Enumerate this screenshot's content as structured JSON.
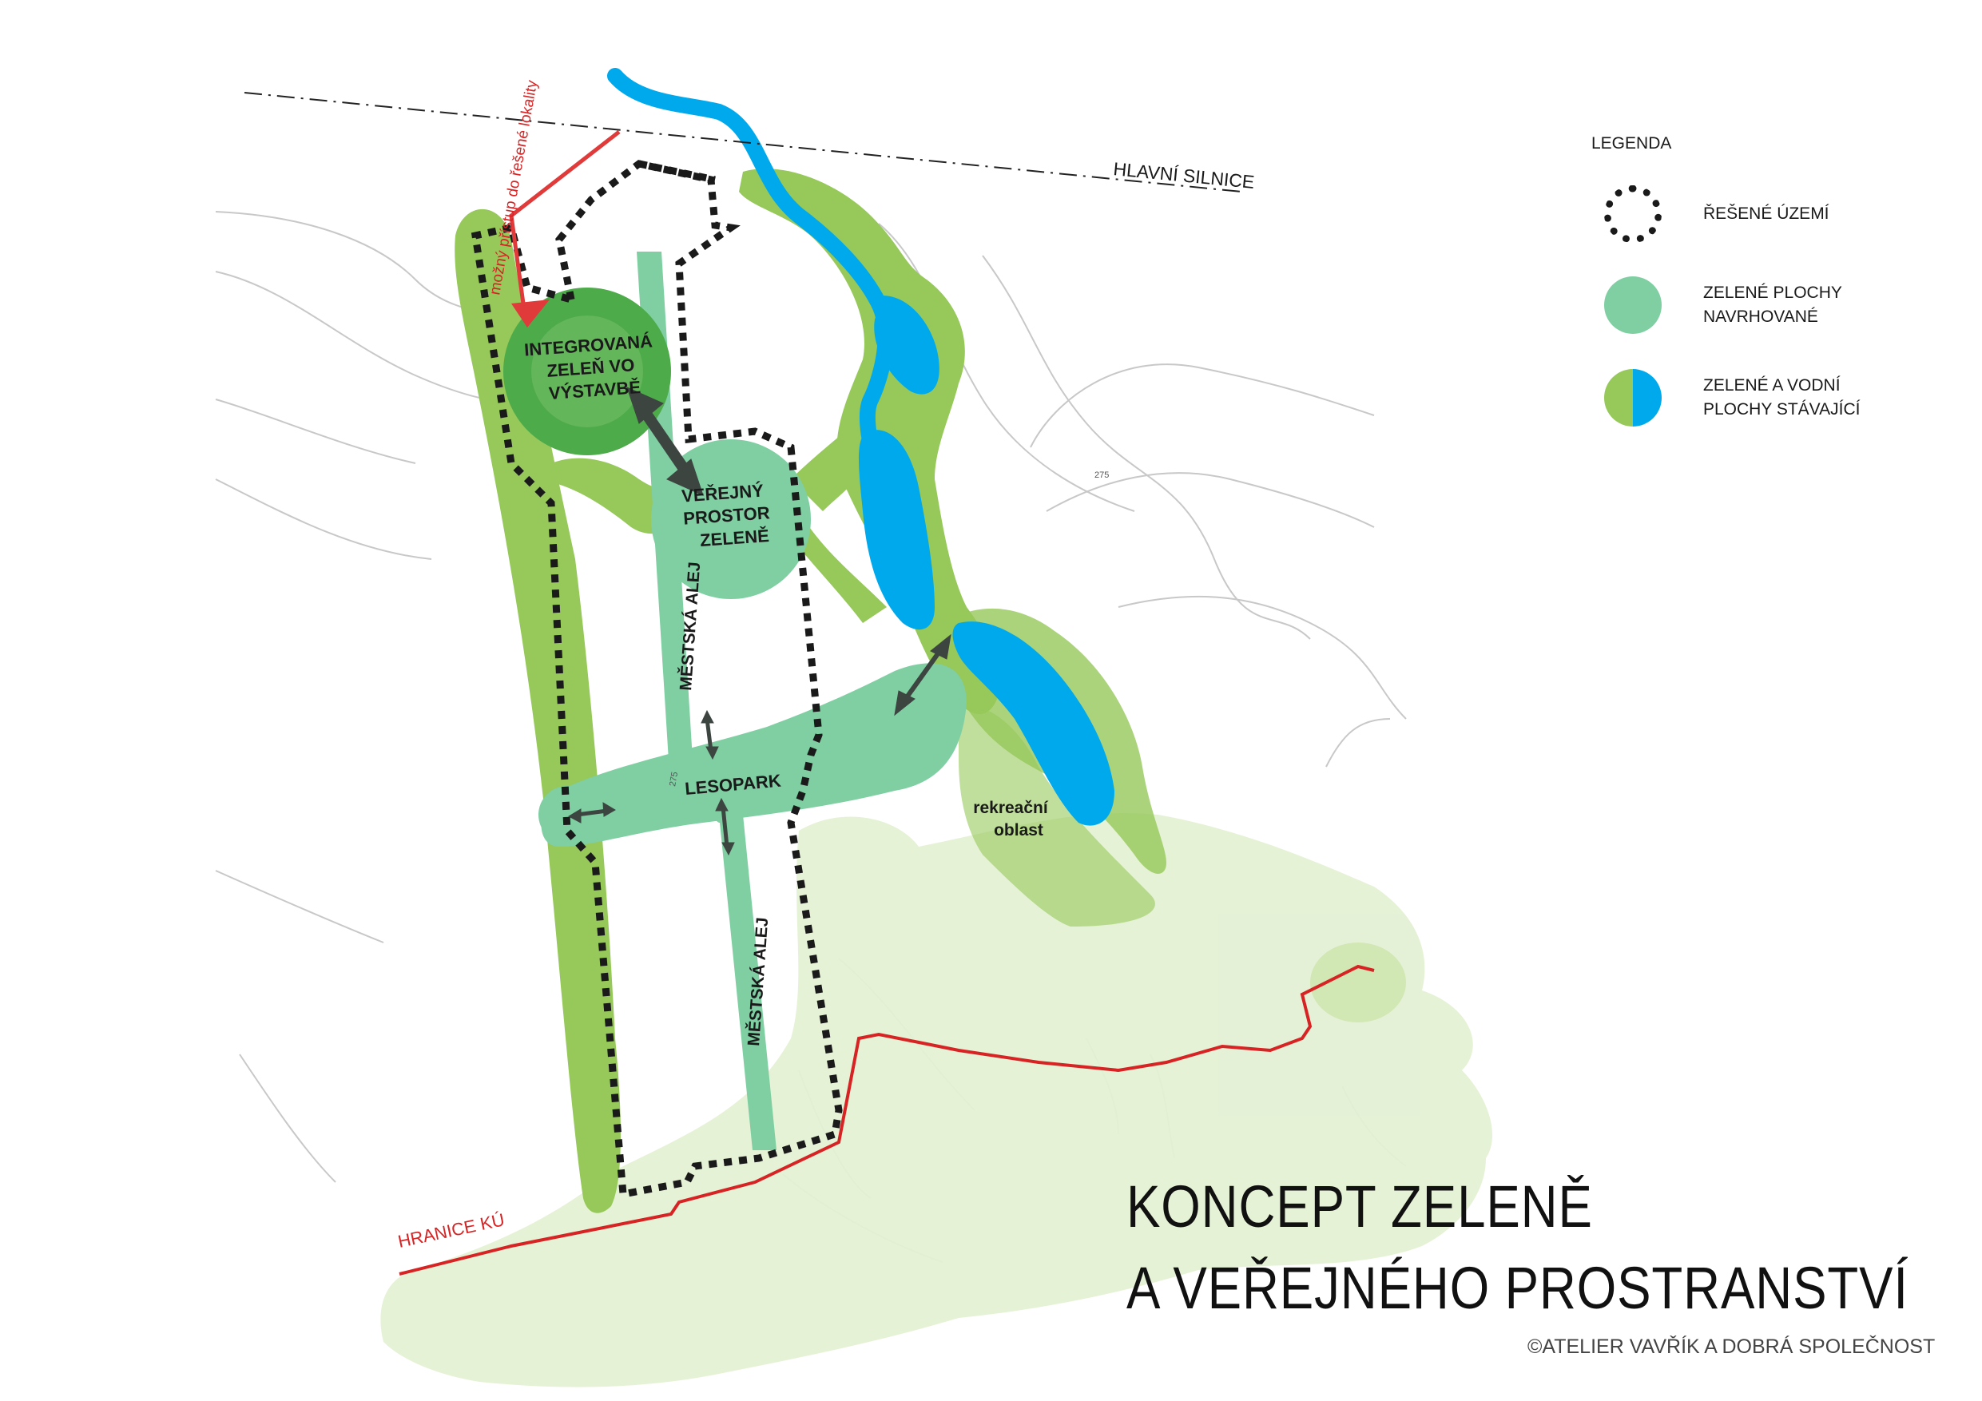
{
  "labels": {
    "main_road": "HLAVNÍ SILNICE",
    "access_note": "možný přístup do řešené lokality",
    "integrated_green": [
      "INTEGROVANÁ",
      "ZELEŇ VO",
      "VÝSTAVBĚ"
    ],
    "public_space": [
      "VEŘEJNÝ",
      "PROSTOR",
      "ZELENĚ"
    ],
    "city_alley_upper": "MĚSTSKÁ ALEJ",
    "city_alley_lower": "MĚSTSKÁ ALEJ",
    "forest_park": "LESOPARK",
    "recreation": [
      "rekreační",
      "oblast"
    ],
    "border": "HRANICE KÚ",
    "contour_275_a": "275",
    "contour_275_b": "275"
  },
  "legend": {
    "title": "LEGENDA",
    "items": [
      {
        "text": "ŘEŠENÉ ÚZEMÍ",
        "symbol": "dotted-outline"
      },
      {
        "text_lines": [
          "ZELENÉ PLOCHY",
          "NAVRHOVANÉ"
        ],
        "symbol": "proposed-green",
        "color": "#7fcfa3"
      },
      {
        "text_lines": [
          "ZELENÉ A VODNÍ",
          "PLOCHY STÁVAJÍCÍ"
        ],
        "symbol": "existing-green-water",
        "colors": [
          "#96c85a",
          "#00a9ec"
        ]
      }
    ]
  },
  "title": {
    "line1": "KONCEPT ZELENĚ",
    "line2": "A VEŘEJNÉHO PROSTRANSTVÍ"
  },
  "credit": "©ATELIER VAVŘÍK A DOBRÁ SPOLEČNOST",
  "colors": {
    "existing_green": "#96c85a",
    "light_green": "#e4f1d4",
    "proposed_green": "#7fcfa3",
    "dark_green": "#4dab4a",
    "water": "#00a9ec",
    "boundary_red": "#d72323",
    "dotted_outline": "#1a1a1a"
  }
}
